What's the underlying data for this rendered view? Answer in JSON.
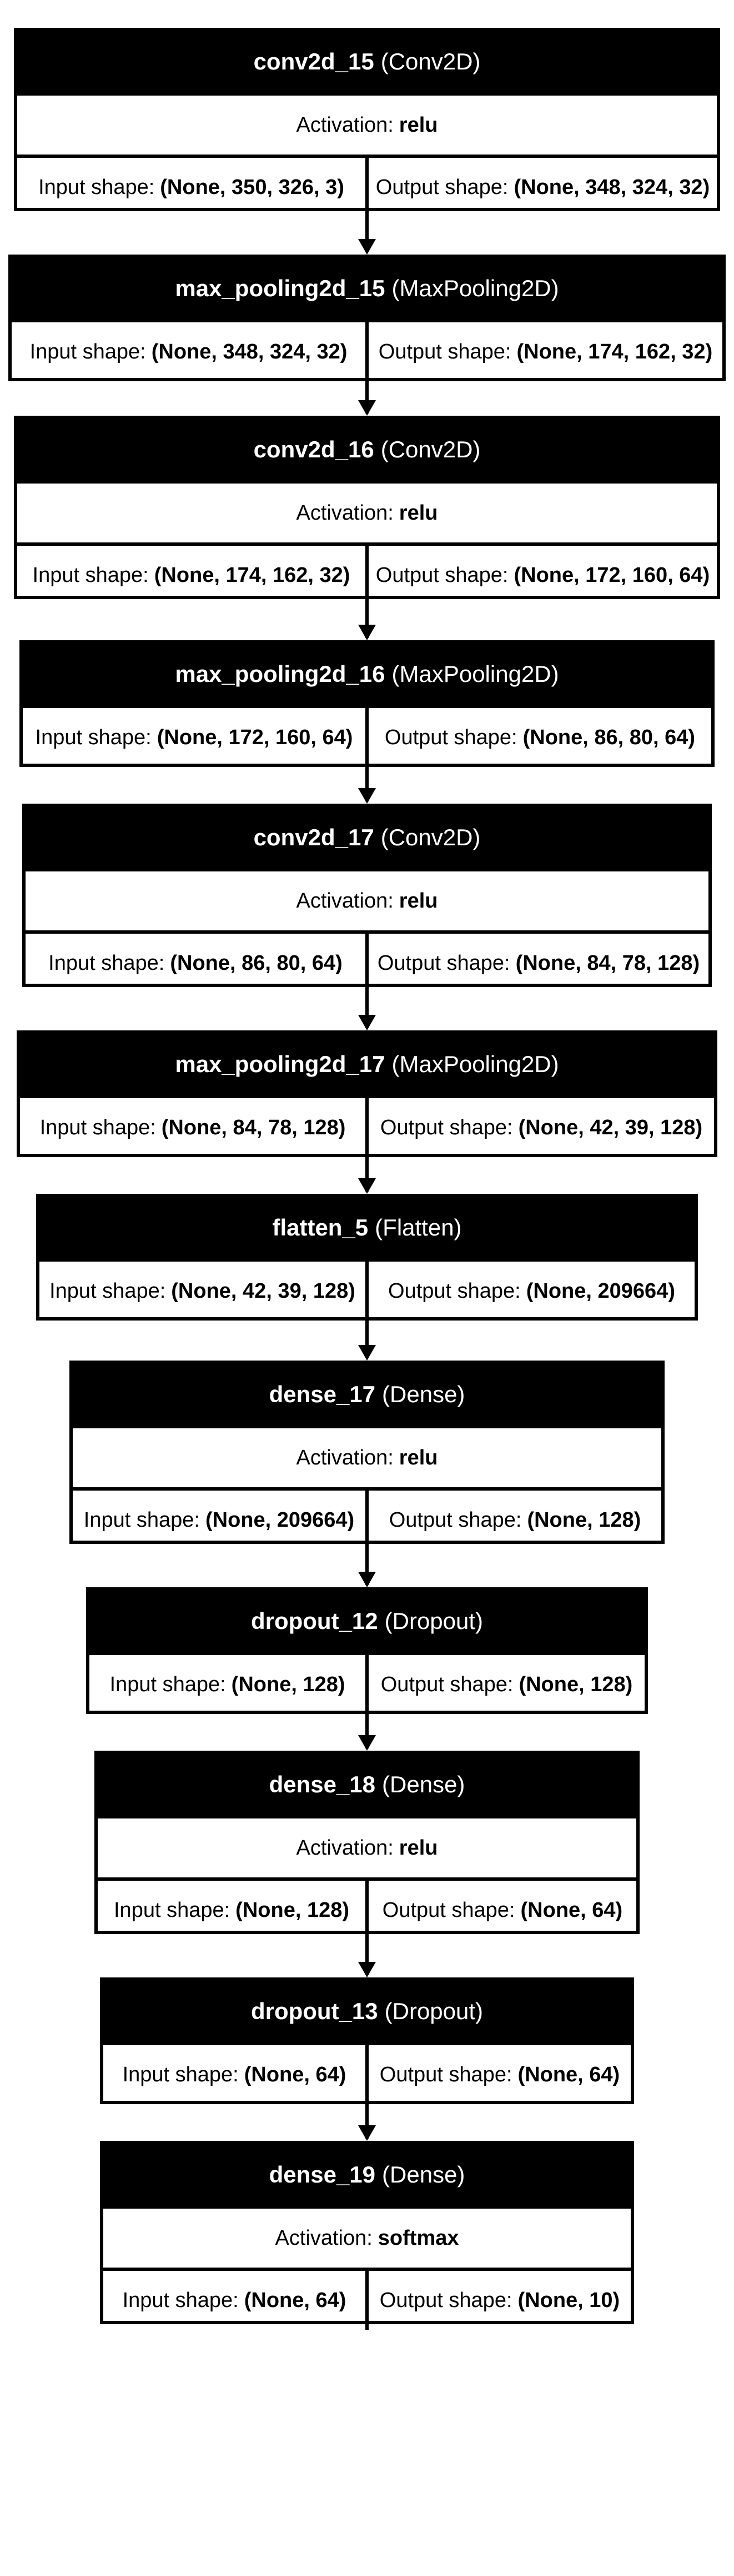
{
  "labels": {
    "activation": "Activation:",
    "input_shape": "Input shape:",
    "output_shape": "Output shape:"
  },
  "layers": [
    {
      "name": "conv2d_15",
      "type": "(Conv2D)",
      "activation": "relu",
      "input": "(None, 350, 326, 3)",
      "output": "(None, 348, 324, 32)"
    },
    {
      "name": "max_pooling2d_15",
      "type": "(MaxPooling2D)",
      "input": "(None, 348, 324, 32)",
      "output": "(None, 174, 162, 32)"
    },
    {
      "name": "conv2d_16",
      "type": "(Conv2D)",
      "activation": "relu",
      "input": "(None, 174, 162, 32)",
      "output": "(None, 172, 160, 64)"
    },
    {
      "name": "max_pooling2d_16",
      "type": "(MaxPooling2D)",
      "input": "(None, 172, 160, 64)",
      "output": "(None, 86, 80, 64)"
    },
    {
      "name": "conv2d_17",
      "type": "(Conv2D)",
      "activation": "relu",
      "input": "(None, 86, 80, 64)",
      "output": "(None, 84, 78, 128)"
    },
    {
      "name": "max_pooling2d_17",
      "type": "(MaxPooling2D)",
      "input": "(None, 84, 78, 128)",
      "output": "(None, 42, 39, 128)"
    },
    {
      "name": "flatten_5",
      "type": "(Flatten)",
      "input": "(None, 42, 39, 128)",
      "output": "(None, 209664)"
    },
    {
      "name": "dense_17",
      "type": "(Dense)",
      "activation": "relu",
      "input": "(None, 209664)",
      "output": "(None, 128)"
    },
    {
      "name": "dropout_12",
      "type": "(Dropout)",
      "input": "(None, 128)",
      "output": "(None, 128)"
    },
    {
      "name": "dense_18",
      "type": "(Dense)",
      "activation": "relu",
      "input": "(None, 128)",
      "output": "(None, 64)"
    },
    {
      "name": "dropout_13",
      "type": "(Dropout)",
      "input": "(None, 64)",
      "output": "(None, 64)"
    },
    {
      "name": "dense_19",
      "type": "(Dense)",
      "activation": "softmax",
      "input": "(None, 64)",
      "output": "(None, 10)"
    }
  ]
}
